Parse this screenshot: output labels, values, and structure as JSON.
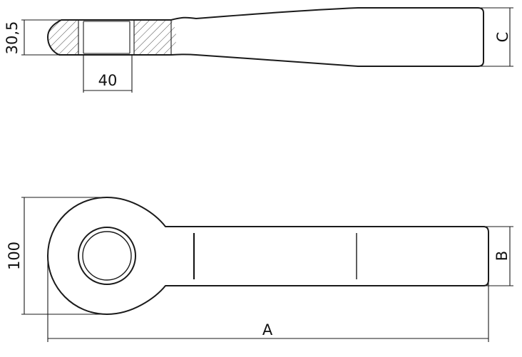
{
  "top_view": {
    "thickness_label": "30,5",
    "hole_label": "40",
    "end_label": "C"
  },
  "front_view": {
    "height_label": "100",
    "shank_label": "B",
    "length_label": "A"
  },
  "colors": {
    "line": "#1a1a1a",
    "background": "#ffffff"
  }
}
